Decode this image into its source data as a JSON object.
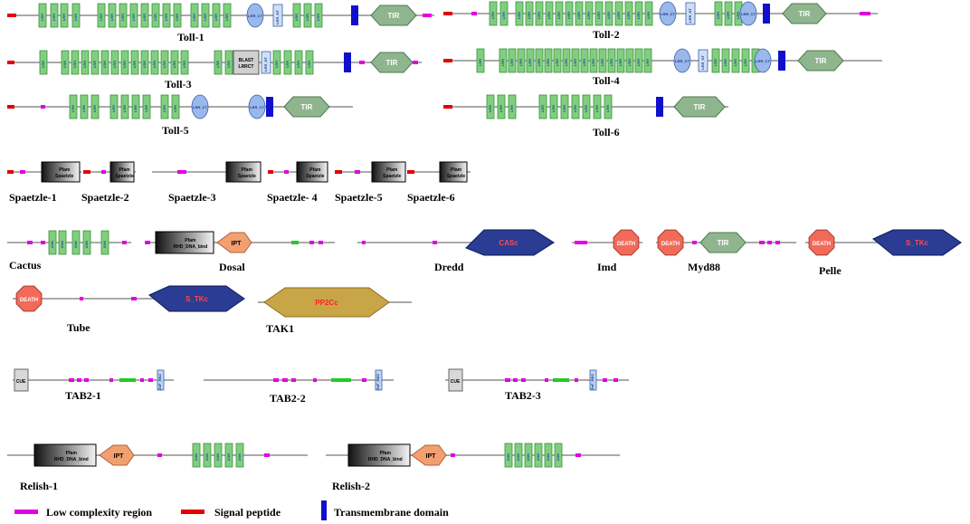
{
  "colors": {
    "backbone": "#aaaaaa",
    "low_complexity": "#e400e4",
    "signal_peptide": "#e60000",
    "transmembrane": "#1010cc",
    "lrr": "#7fcf7f",
    "ank": "#7fcf7f",
    "lrr_ct": "#9ab8ea",
    "tir": "#8fb58f",
    "death": "#f26a5a",
    "stkc": "#2a3c94",
    "pp2cc": "#c8a648",
    "ipt": "#f2a070",
    "cue": "#d8d8d8",
    "zf": "#bcd6f4",
    "pfam": "#222222"
  },
  "domain_text": {
    "tir": "TIR",
    "death": "DEATH",
    "stkc": "S_TKc",
    "casc": "CASc",
    "pp2cc": "PP2Cc",
    "ipt": "IPT",
    "pfam_spaetzle": "Pfam Spaetzle",
    "pfam_rhd": "Pfam RHD_DNA_bind",
    "cue": "CUE",
    "lrr_ct": "LRR_CT",
    "lrr_nt": "LRR_NT",
    "blast_lrrct": "BLAST LRRCT",
    "lrr": "LRR",
    "ank": "ANK",
    "zf": "ZnF_RBZ"
  },
  "proteins": [
    {
      "name": "Toll-1"
    },
    {
      "name": "Toll-2"
    },
    {
      "name": "Toll-3"
    },
    {
      "name": "Toll-4"
    },
    {
      "name": "Toll-5"
    },
    {
      "name": "Toll-6"
    },
    {
      "name": "Spaetzle-1"
    },
    {
      "name": "Spaetzle-2"
    },
    {
      "name": "Spaetzle-3"
    },
    {
      "name": "Spaetzle- 4"
    },
    {
      "name": "Spaetzle-5"
    },
    {
      "name": "Spaetzle-6"
    },
    {
      "name": "Cactus"
    },
    {
      "name": "Dosal"
    },
    {
      "name": "Dredd"
    },
    {
      "name": "Imd"
    },
    {
      "name": "Myd88"
    },
    {
      "name": "Pelle"
    },
    {
      "name": "Tube"
    },
    {
      "name": "TAK1"
    },
    {
      "name": "TAB2-1"
    },
    {
      "name": "TAB2-2"
    },
    {
      "name": "TAB2-3"
    },
    {
      "name": "Relish-1"
    },
    {
      "name": "Relish-2"
    }
  ],
  "legend": [
    {
      "label": "Low complexity region",
      "color_key": "low_complexity"
    },
    {
      "label": "Signal peptide",
      "color_key": "signal_peptide"
    },
    {
      "label": "Transmembrane domain",
      "color_key": "transmembrane"
    }
  ]
}
